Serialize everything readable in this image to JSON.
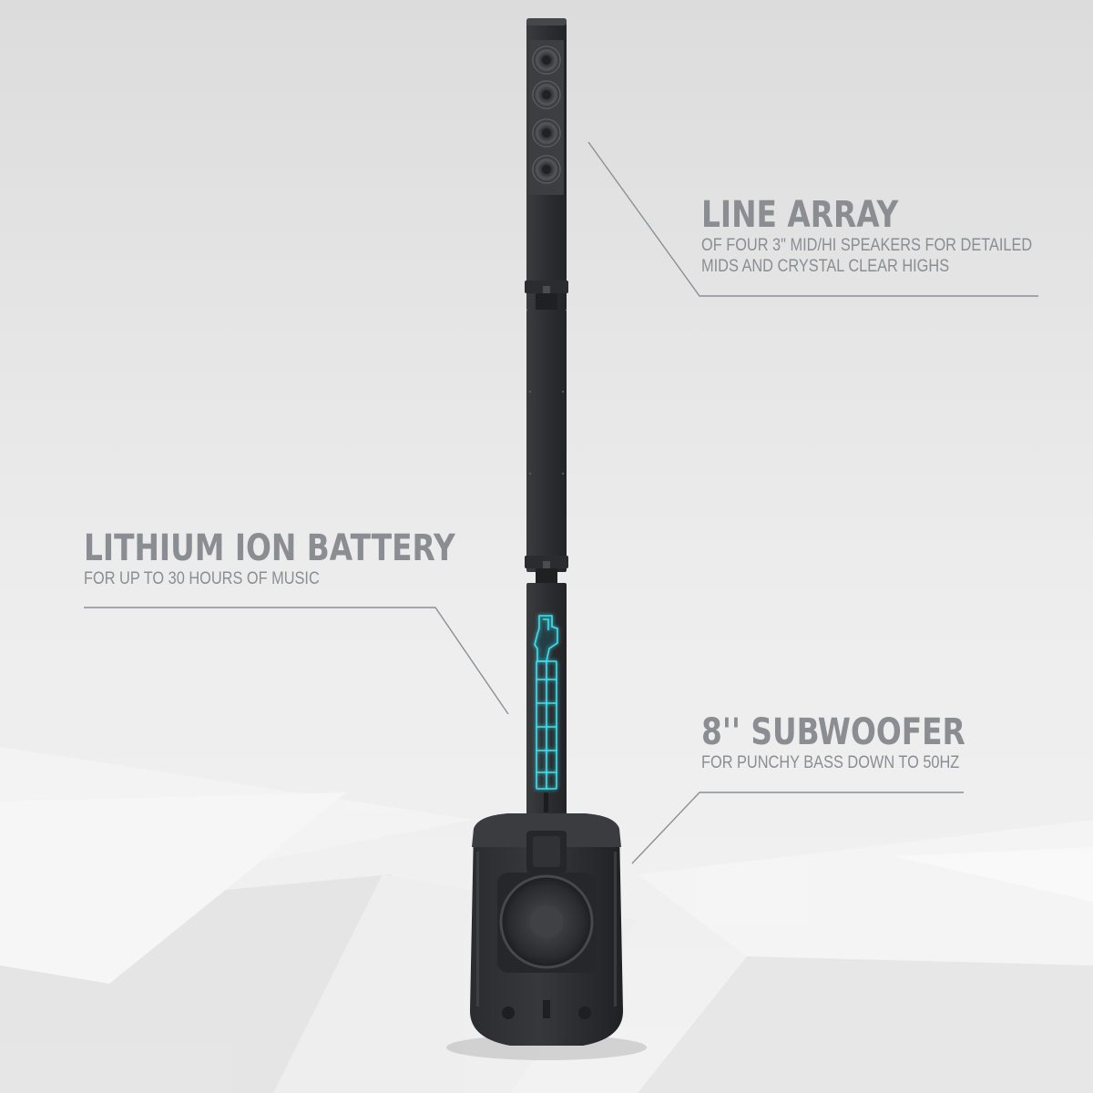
{
  "callouts": {
    "line_array": {
      "title": "LINE ARRAY",
      "desc_line1": "OF FOUR 3\" MID/HI SPEAKERS FOR DETAILED",
      "desc_line2": "MIDS AND CRYSTAL CLEAR HIGHS"
    },
    "battery": {
      "title": "LITHIUM ION BATTERY",
      "desc_line1": "FOR UP TO 30 HOURS OF MUSIC"
    },
    "subwoofer": {
      "title": "8'' SUBWOOFER",
      "desc_line1": "FOR PUNCHY BASS DOWN TO 50Hz"
    }
  },
  "colors": {
    "text": "#8a8d91",
    "leader_line": "#8c8f93",
    "speaker_body": "#2f3134",
    "battery_glow": "#3fe0ee",
    "background": "#ebebeb"
  },
  "icons": {
    "speaker": "column-speaker-icon",
    "driver": "speaker-driver-icon",
    "battery": "battery-icon"
  }
}
